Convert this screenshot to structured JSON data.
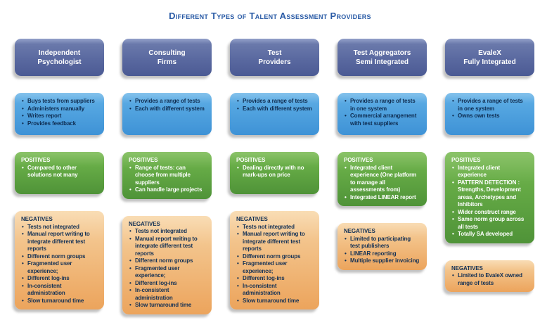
{
  "title": "Different Types of Talent Assessment Providers",
  "positives_label": "POSITIVES",
  "negatives_label": "NEGATIVES",
  "colors": {
    "title_text": "#2a5ba6",
    "header_box": "#5a69a0",
    "features_box": "#4a9fdc",
    "positives_box": "#5ba23f",
    "negatives_box": "#f2b678",
    "dark_text": "#0e2c50",
    "light_text": "#ffffff"
  },
  "columns": [
    {
      "header_lines": [
        "Independent",
        "Psychologist"
      ],
      "features": [
        "Buys tests from suppliers",
        "Administers manually",
        "Writes report",
        "Provides feedback"
      ],
      "positives": [
        "Compared to other solutions not many"
      ],
      "negatives": [
        "Tests not integrated",
        "Manual report writing to integrate different test reports",
        "Different norm groups",
        "Fragmented user experience;",
        "Different log-ins",
        "In-consistent administration",
        "Slow turnaround time"
      ]
    },
    {
      "header_lines": [
        "Consulting",
        "Firms"
      ],
      "features": [
        "Provides a range of tests",
        "Each with different system"
      ],
      "positives": [
        "Range of tests: can choose from multiple suppliers",
        "Can handle large projects"
      ],
      "negatives": [
        "Tests not integrated",
        "Manual report writing to integrate different test reports",
        "Different norm groups",
        "Fragmented user experience;",
        "Different log-ins",
        "In-consistent administration",
        "Slow turnaround time"
      ]
    },
    {
      "header_lines": [
        "Test",
        "Providers"
      ],
      "features": [
        "Provides a range of tests",
        "Each with different system"
      ],
      "positives": [
        "Dealing directly with no mark-ups on price"
      ],
      "negatives": [
        "Tests not integrated",
        "Manual report writing to integrate different test reports",
        "Different norm groups",
        "Fragmented user experience;",
        "Different log-ins",
        "In-consistent administration",
        "Slow turnaround time"
      ]
    },
    {
      "header_lines": [
        "Test Aggregators",
        "Semi Integrated"
      ],
      "features": [
        "Provides a range of tests in one system",
        "Commercial arrangement with test suppliers"
      ],
      "positives": [
        "Integrated client experience (One platform to manage all assessments from)",
        "Integrated LINEAR report"
      ],
      "negatives": [
        "Limited to participating test publishers",
        "LINEAR reporting",
        "Multiple supplier invoicing"
      ]
    },
    {
      "header_lines": [
        "EvaleX",
        "Fully Integrated"
      ],
      "features": [
        "Provides a range of tests in one system",
        "Owns own tests"
      ],
      "positives": [
        "Integrated client experience",
        "PATTERN DETECTION : Strengths, Development areas, Archetypes and Inhibitors",
        "Wider construct range",
        "Same norm group across all tests",
        "Totally SA developed"
      ],
      "negatives": [
        "Limited to EvaleX owned range of tests"
      ]
    }
  ]
}
